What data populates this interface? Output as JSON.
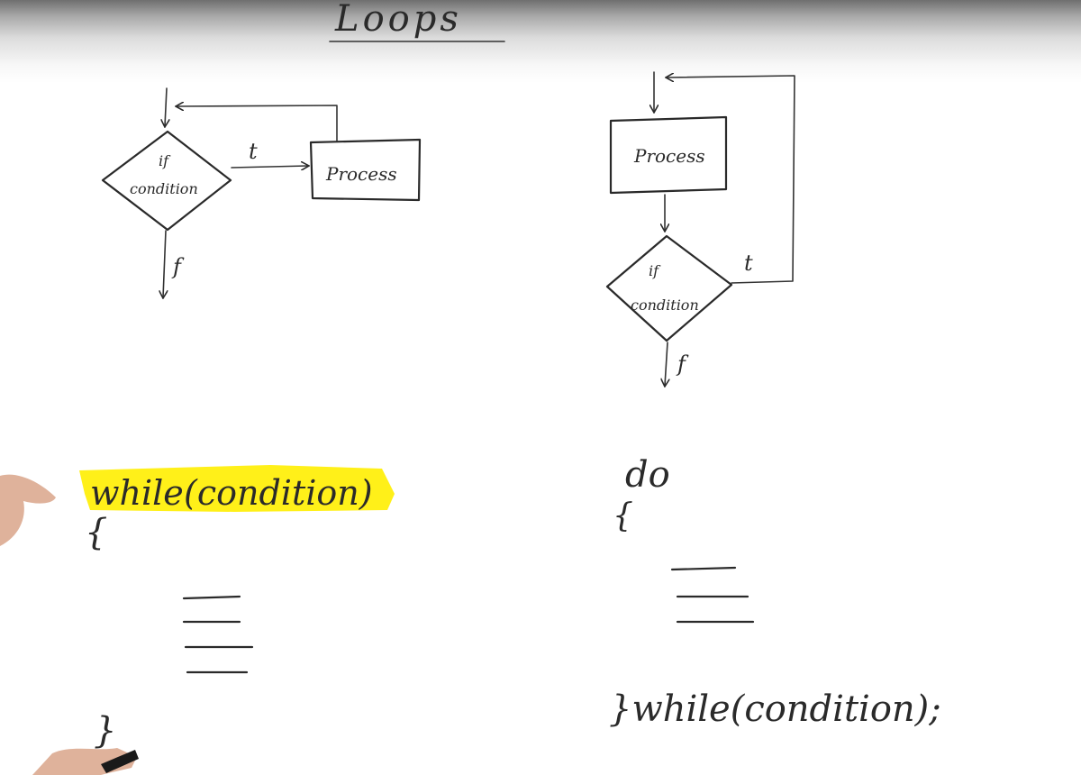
{
  "title": "Loops",
  "while_flowchart": {
    "decision_line1": "if",
    "decision_line2": "condition",
    "true_label": "t",
    "false_label": "f",
    "process_label": "Process"
  },
  "do_while_flowchart": {
    "process_label": "Process",
    "decision_line1": "if",
    "decision_line2": "condition",
    "true_label": "t",
    "false_label": "f"
  },
  "while_code": {
    "keyword": "while",
    "condition": "(condition)",
    "open_brace": "{",
    "close_brace": "}"
  },
  "do_while_code": {
    "keyword": "do",
    "open_brace": "{",
    "closing_line": "}while(condition);"
  },
  "colors": {
    "ink": "#2a2a2a",
    "highlight": "#ffee00",
    "board": "#ffffff"
  }
}
